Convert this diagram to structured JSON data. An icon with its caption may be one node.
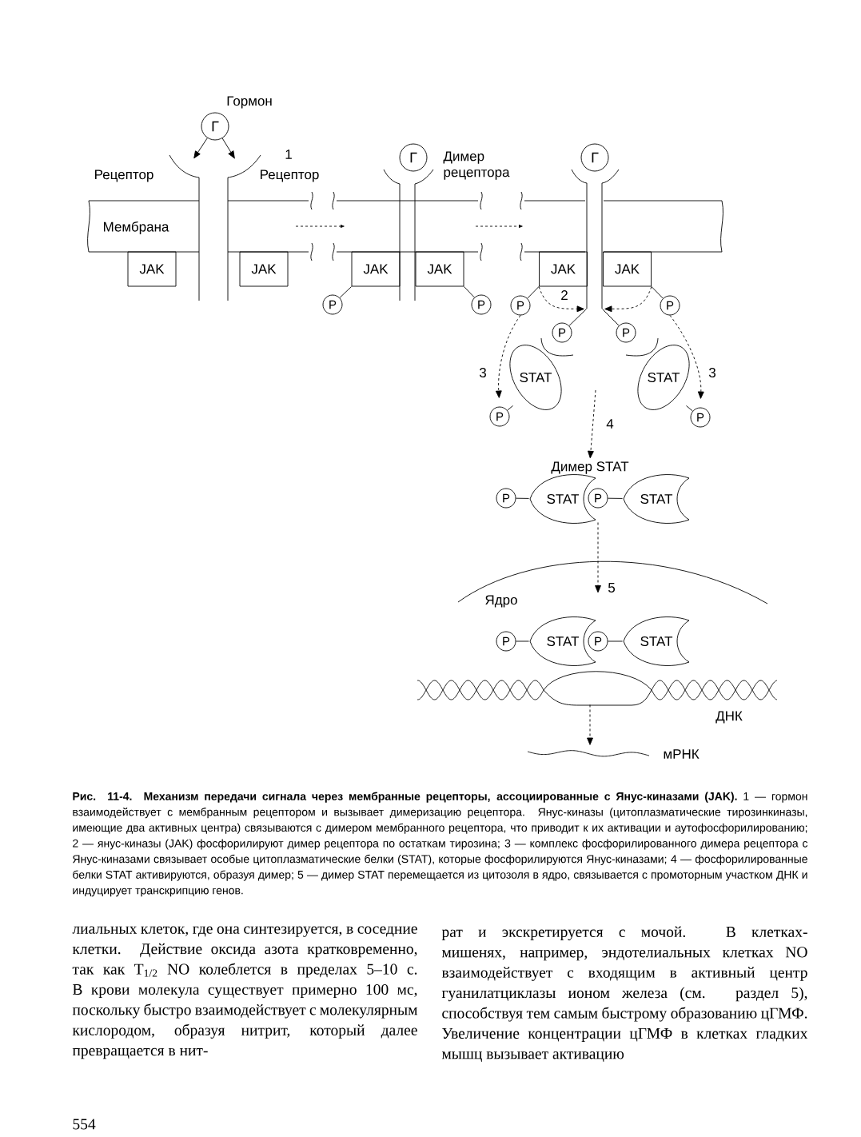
{
  "diagram": {
    "caption": "**Рис. 11-4. Механизм передачи сигнала через мембранные рецепторы, ассоциированные с Янус-киназами (JAK).** 1 — гормон взаимодействует с мембранным рецептором и вызывает димеризацию рецептора. Янус-киназы (цитоплазматические тирозинкиназы, имеющие два активных центра) связываются с димером мембранного рецептора, что приводит к их активации и аутофосфорилированию; 2 — янус-киназы (JAK) фосфорилируют димер рецептора по остаткам тирозина; 3 — комплекс фосфорилированного димера рецептора с Янус-киназами связывает особые цитоплазматические белки (STAT), которые фосфорилируются Янус-киназами; 4 — фосфорилированные белки STAT активируются, образуя димер; 5 — димер STAT перемещается из цитозоля в ядро, связывается с промоторным участком ДНК и индуцирует транскрипцию генов.",
    "nodes": [
      {
        "text": [
          "Г"
        ],
        "beside": [
          "Гормон"
        ]
      },
      {
        "text": [
          "JAK"
        ]
      },
      {
        "text": [
          "JAK"
        ]
      },
      {
        "text": [
          "Г"
        ]
      },
      {
        "text": [
          "JAK"
        ]
      },
      {
        "text": [
          "JAK"
        ]
      },
      {
        "text": [
          "P"
        ]
      },
      {
        "text": [
          "P"
        ]
      },
      {
        "text": [
          "Г"
        ]
      },
      {
        "text": [
          "JAK"
        ]
      },
      {
        "text": [
          "JAK"
        ]
      },
      {
        "text": [
          "P"
        ]
      },
      {
        "text": [
          "P"
        ]
      },
      {
        "text": [
          "P"
        ]
      },
      {
        "text": [
          "P"
        ]
      },
      {
        "text": [
          "STAT"
        ]
      },
      {
        "text": [
          "STAT"
        ]
      },
      {
        "text": [
          "P"
        ]
      },
      {
        "text": [
          "P"
        ]
      },
      {
        "text": [
          "Димер STAT"
        ]
      },
      {
        "text": [
          "P"
        ]
      },
      {
        "text": [
          "STAT"
        ]
      },
      {
        "text": [
          "P"
        ]
      },
      {
        "text": [
          "STAT"
        ]
      },
      {
        "text": [
          "P"
        ]
      },
      {
        "text": [
          "STAT"
        ]
      },
      {
        "text": [
          "P"
        ]
      },
      {
        "text": [
          "STAT"
        ]
      },
      {
        "text": [
          "ДНК"
        ]
      },
      {
        "text": [
          "мРНК"
        ]
      },
      {
        "text": [],
        "shape": "receptor"
      },
      {
        "text": [],
        "shape": "receptor"
      },
      {
        "text": [],
        "shape": "receptor"
      }
    ],
    "edges": [
      {
        "from": 0,
        "to": 30,
        "arrow": "to"
      },
      {
        "from": 0,
        "to": 30,
        "arrow": "to"
      },
      {
        "from": 4,
        "to": 6,
        "arrow": "none"
      },
      {
        "from": 5,
        "to": 7,
        "arrow": "none"
      },
      {
        "from": 9,
        "to": 11,
        "arrow": "none"
      },
      {
        "from": 10,
        "to": 14,
        "arrow": "none"
      },
      {
        "from": 9,
        "to": 32,
        "arrow": "to",
        "style": "dashed",
        "label": "2"
      },
      {
        "from": 10,
        "to": 32,
        "arrow": "to",
        "style": "dashed"
      },
      {
        "from": 12,
        "to": 32,
        "arrow": "none"
      },
      {
        "from": 13,
        "to": 32,
        "arrow": "none"
      },
      {
        "from": 11,
        "to": 17,
        "arrow": "to",
        "style": "dashed",
        "label": "3"
      },
      {
        "from": 14,
        "to": 18,
        "arrow": "to",
        "style": "dashed",
        "label": "3"
      },
      {
        "from": 15,
        "to": 17,
        "arrow": "none"
      },
      {
        "from": 16,
        "to": 18,
        "arrow": "none"
      },
      {
        "from": null,
        "to": 19,
        "arrow": "to",
        "style": "dashed",
        "label": "4"
      },
      {
        "from": 20,
        "to": 21,
        "arrow": "none"
      },
      {
        "from": 22,
        "to": 23,
        "arrow": "none"
      },
      {
        "from": 22,
        "to": null,
        "arrow": "to",
        "style": "dashed",
        "label": "5"
      },
      {
        "from": 24,
        "to": 25,
        "arrow": "none"
      },
      {
        "from": 26,
        "to": 27,
        "arrow": "none"
      },
      {
        "from": 28,
        "to": 29,
        "arrow": "to",
        "style": "dashed"
      }
    ],
    "labels": [
      "1",
      "Рецептор",
      "Рецептор",
      "Мембрана",
      "Димер рецептора",
      "Ядро",
      "лиальных клеток, где она синтезируется, в соседние клетки. Действие оксида азота кратковременно, так как T$_{1/2}$ NO колеблется в пределах 5–10 с. В крови молекула существует примерно 100 мс, поскольку быстро взаимодействует с молекулярным кислородом, образуя нитрит, который далее превращается в нит-",
      "рат и экскретируется с мочой. В клетках-мишенях, например, эндотелиальных клетках NO взаимодействует с входящим в активный центр гуанилатциклазы ионом железа (см. раздел 5), способствуя тем самым быстрому образованию цГМФ. Увеличение концентрации цГМФ в клетках гладких мышц вызывает активацию",
      "554"
    ]
  }
}
